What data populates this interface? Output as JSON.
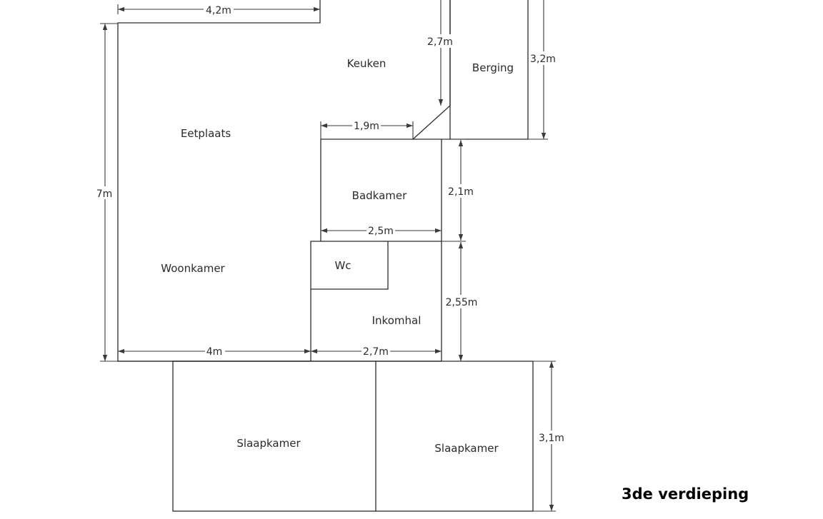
{
  "floor_title": "3de verdieping",
  "rooms": {
    "keuken": "Keuken",
    "berging": "Berging",
    "eetplaats": "Eetplaats",
    "badkamer": "Badkamer",
    "woonkamer": "Woonkamer",
    "wc": "Wc",
    "inkomhal": "Inkomhal",
    "slaapkamer_1": "Slaapkamer",
    "slaapkamer_2": "Slaapkamer"
  },
  "dimensions": {
    "top_width": "4,2m",
    "kitchen_depth": "2,7m",
    "berging_height": "3,2m",
    "living_height": "7m",
    "kitchen_passage": "1,9m",
    "bathroom_height": "2,1m",
    "bathroom_width": "2,5m",
    "hall_height": "2,55m",
    "living_width": "4m",
    "hall_width": "2,7m",
    "bedroom_height": "3,1m"
  }
}
